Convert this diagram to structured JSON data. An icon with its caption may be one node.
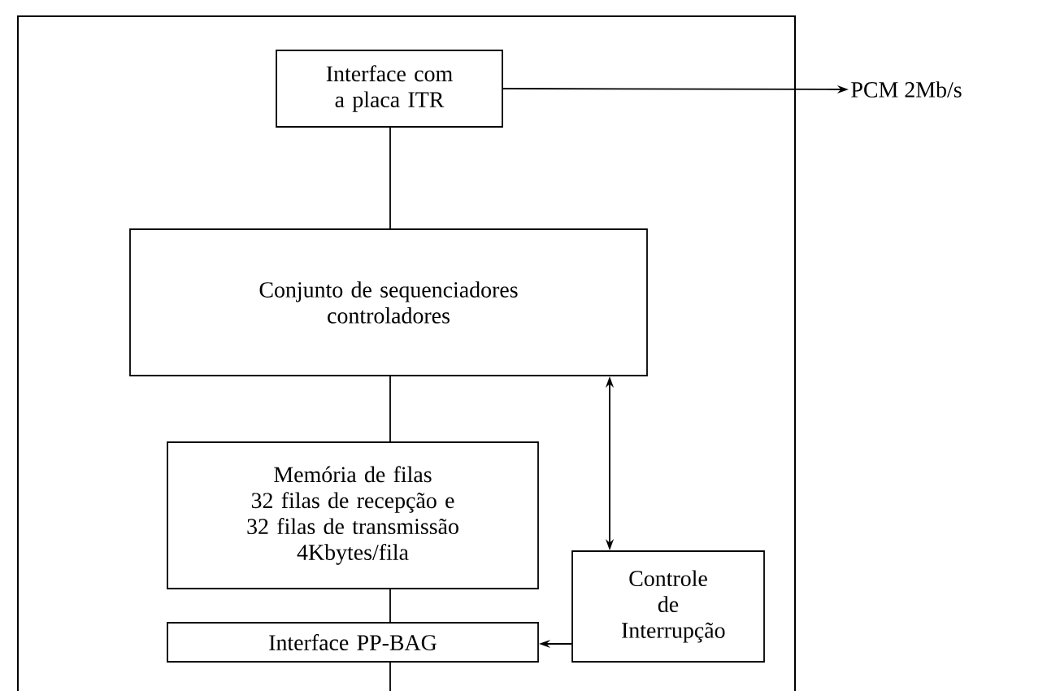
{
  "diagram": {
    "nodes": [
      {
        "text": [],
        "shape": "box"
      },
      {
        "text": [
          "Interface com a placa ITR"
        ],
        "in": 0
      },
      {
        "text": [
          "PCM 2Mb/s"
        ]
      },
      {
        "text": [
          "Conjunto de sequenciadores controladores"
        ],
        "in": 0
      },
      {
        "text": [
          "Memória de filas",
          "32 filas de recepção e 32 filas de transmissão",
          "4Kbytes/fila"
        ],
        "in": 0
      },
      {
        "text": [
          "Controle de Interrupção"
        ],
        "in": 0
      },
      {
        "text": [
          "Interface PP-BAG"
        ],
        "in": 0
      }
    ],
    "edges": [
      {
        "from": 1,
        "to": 2,
        "arrow": "to"
      },
      {
        "from": 1,
        "to": 3,
        "arrow": "none"
      },
      {
        "from": 3,
        "to": 4,
        "arrow": "none"
      },
      {
        "from": 4,
        "to": 6,
        "arrow": "none"
      },
      {
        "from": 3,
        "to": 5,
        "arrow": "both"
      },
      {
        "from": 5,
        "to": 6,
        "arrow": "to"
      },
      {
        "from": 6,
        "to": null,
        "arrow": "none"
      }
    ]
  }
}
